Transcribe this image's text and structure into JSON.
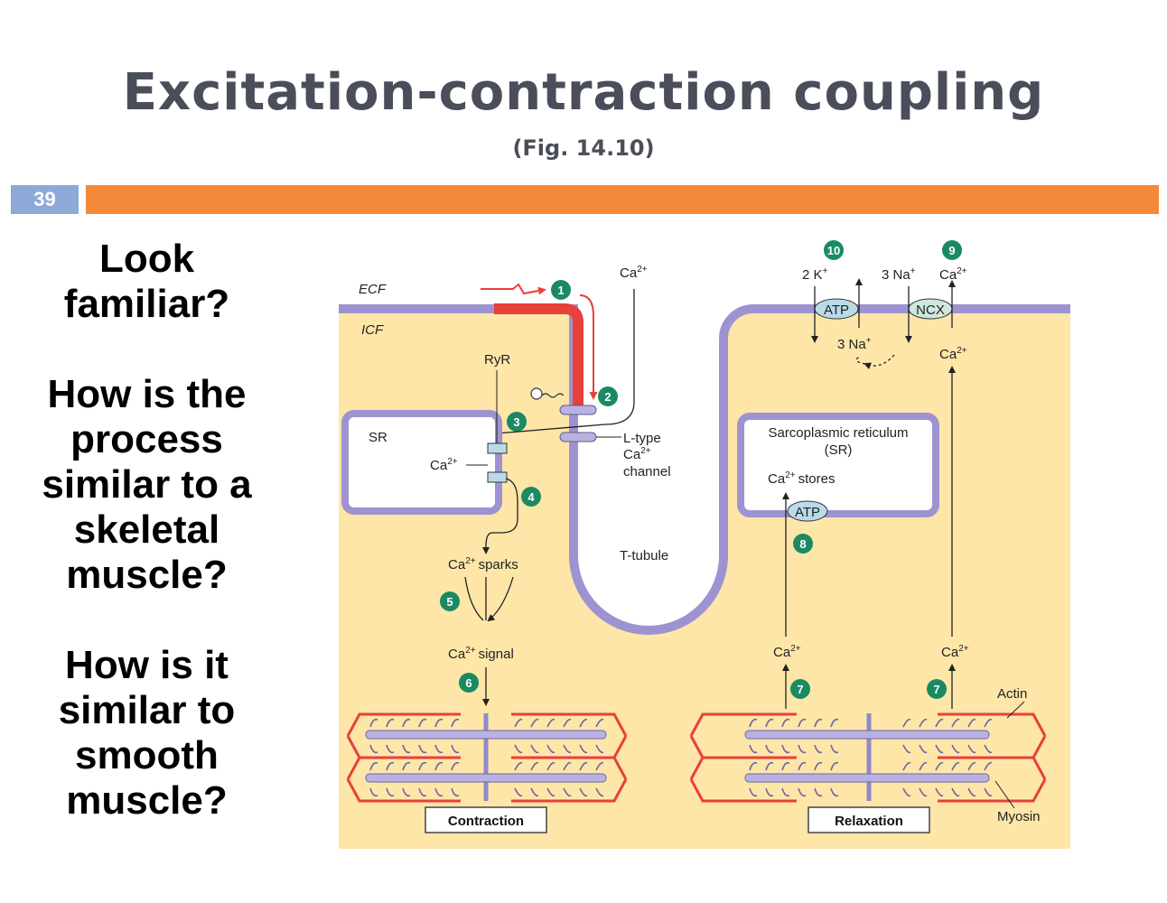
{
  "slide": {
    "title": "Excitation-contraction coupling",
    "subtitle": "(Fig. 14.10)",
    "number": "39"
  },
  "questions": [
    "Look familiar?",
    "How is the process similar to a skeletal muscle?",
    "How is it similar to smooth muscle?"
  ],
  "diagram": {
    "ecf": "ECF",
    "icf": "ICF",
    "ryr": "RyR",
    "sr": "SR",
    "ca": "Ca",
    "sup": "2+",
    "sparks": "sparks",
    "signal": "signal",
    "ltype_line1": "L-type",
    "ltype_line3": "channel",
    "ttubule": "T-tubule",
    "sr_title_line1": "Sarcoplasmic reticulum",
    "sr_title_line2": "(SR)",
    "stores": "stores",
    "atp": "ATP",
    "ncx": "NCX",
    "two_k": "2 K",
    "three_na": "3 Na",
    "plus": "+",
    "actin": "Actin",
    "myosin": "Myosin",
    "contraction": "Contraction",
    "relaxation": "Relaxation",
    "steps": [
      "1",
      "2",
      "3",
      "4",
      "5",
      "6",
      "7",
      "7",
      "8",
      "9",
      "10"
    ]
  },
  "colors": {
    "orange_bar": "#f5893a",
    "number_box": "#8ea8d8",
    "membrane": "#9e93d0",
    "cytoplasm": "#fde6a8",
    "sr_fill": "#ffffff",
    "active_membrane": "#e8403a",
    "badge": "#1a8a62"
  }
}
